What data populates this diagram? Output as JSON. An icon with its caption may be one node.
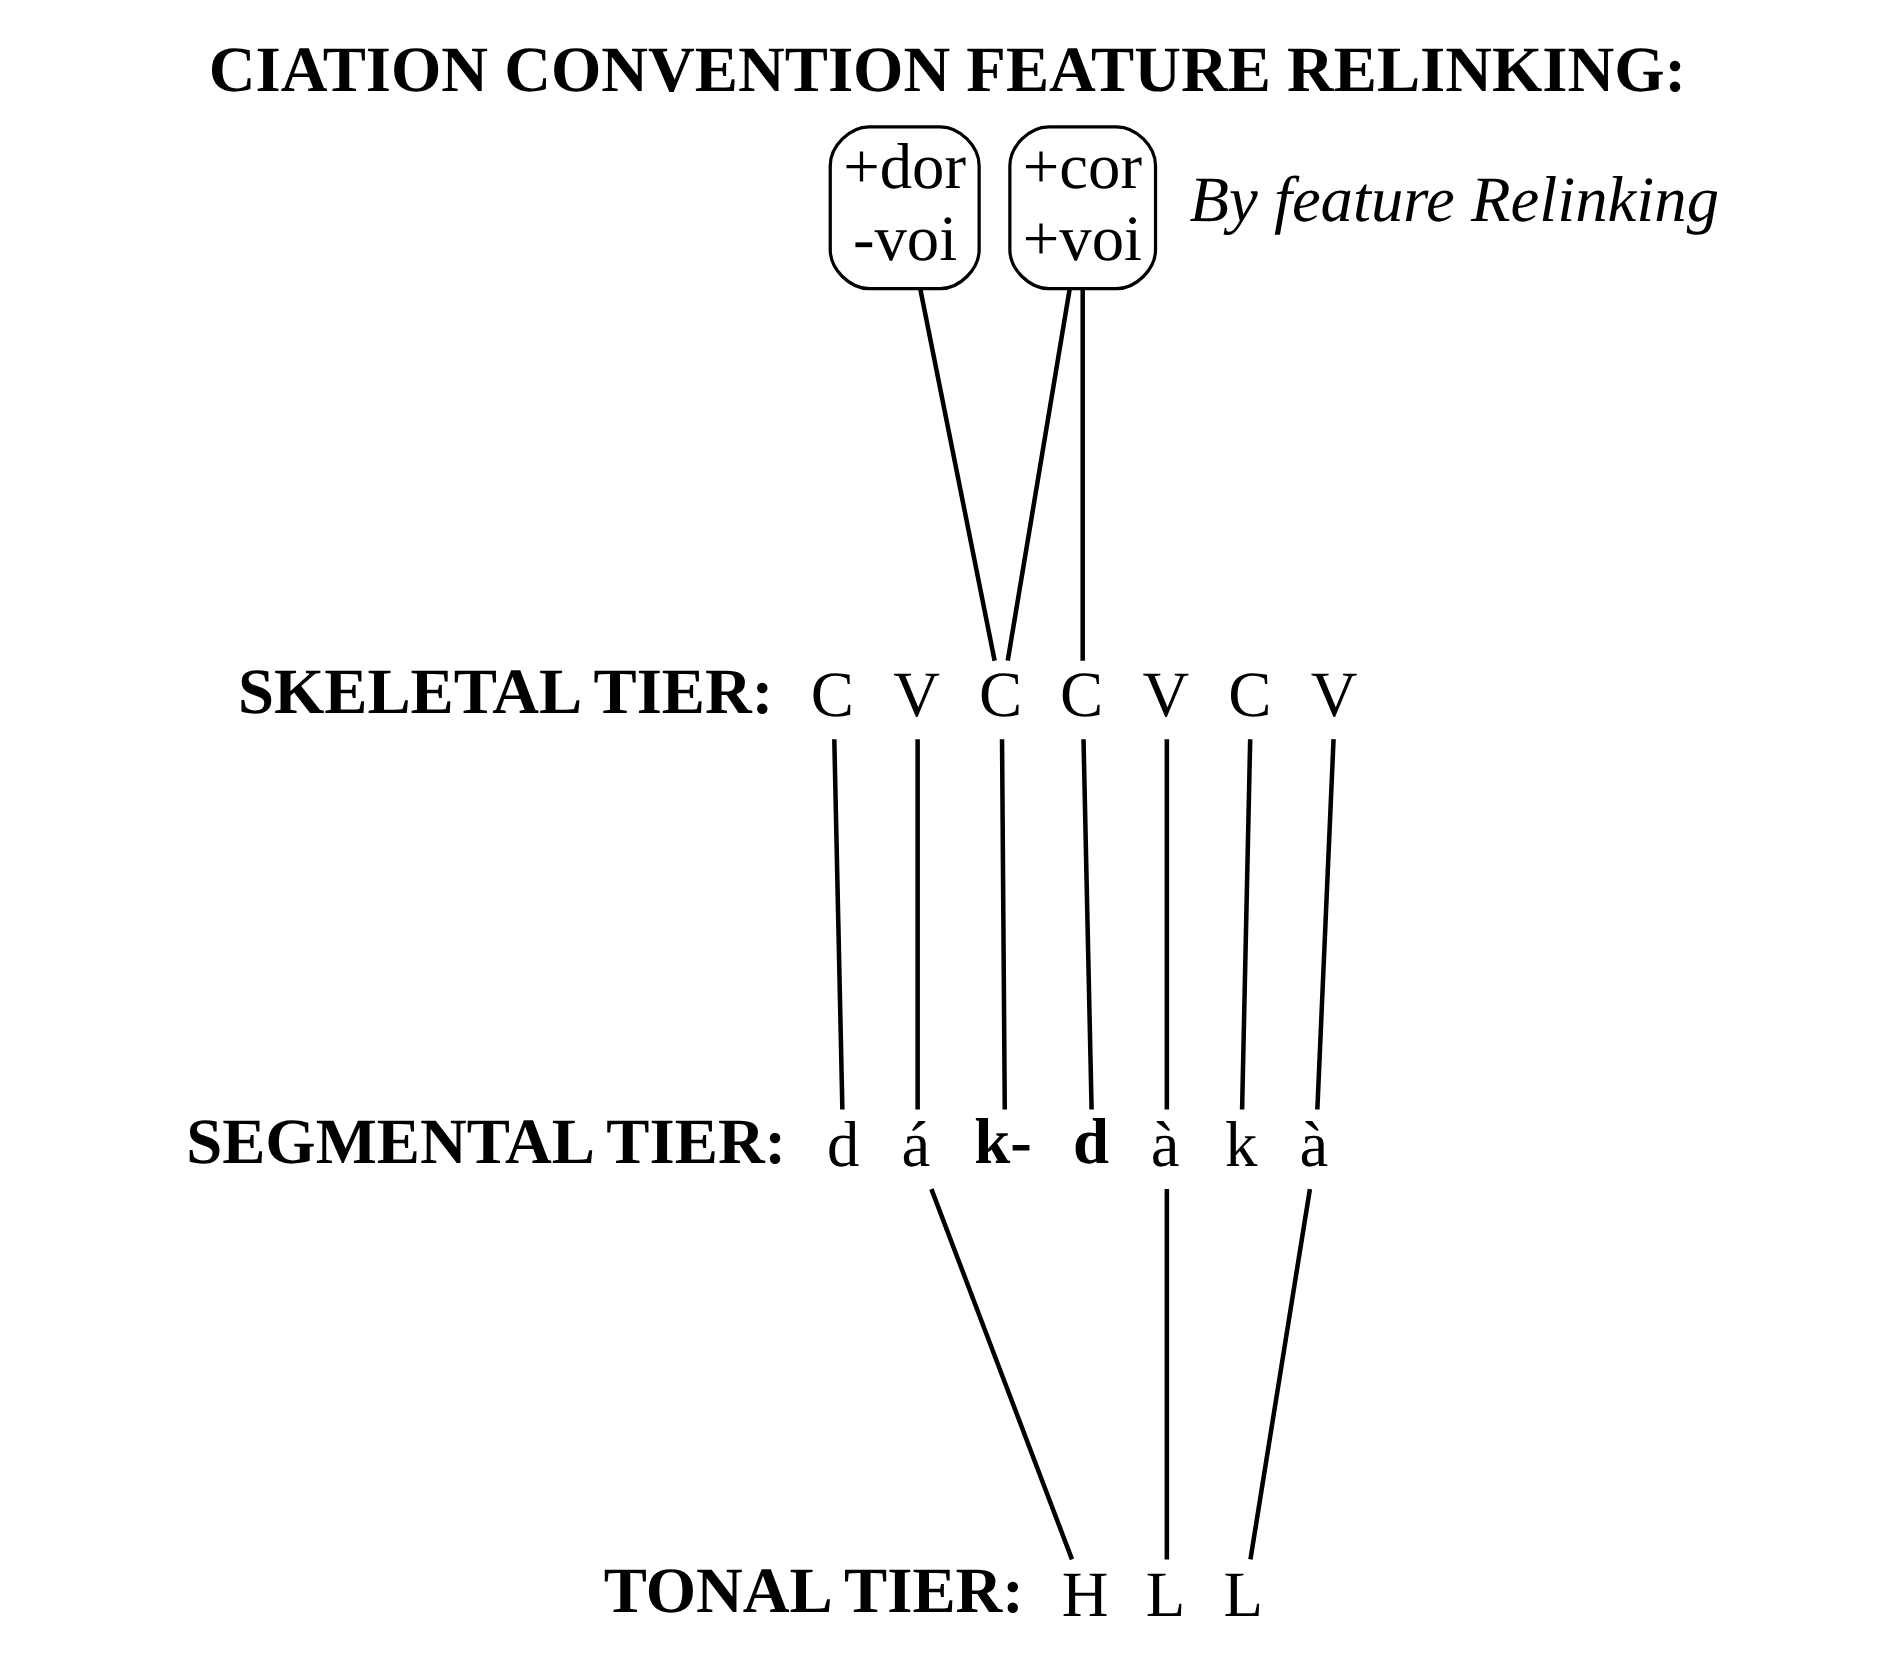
{
  "diagram": {
    "title": "CIATION CONVENTION FEATURE RELINKING:",
    "nodes": [
      {
        "text": [
          "+dor",
          "-voi"
        ]
      },
      {
        "text": [
          "+cor",
          "+voi"
        ]
      },
      {
        "text": [
          "C"
        ]
      },
      {
        "text": [
          "V"
        ]
      },
      {
        "text": [
          "C"
        ]
      },
      {
        "text": [
          "C"
        ]
      },
      {
        "text": [
          "V"
        ]
      },
      {
        "text": [
          "C"
        ]
      },
      {
        "text": [
          "V"
        ]
      },
      {
        "text": [
          "d"
        ]
      },
      {
        "text": [
          "á"
        ]
      },
      {
        "text": [
          "k-"
        ]
      },
      {
        "text": [
          "d"
        ]
      },
      {
        "text": [
          "à"
        ]
      },
      {
        "text": [
          "k"
        ]
      },
      {
        "text": [
          "à"
        ]
      },
      {
        "text": [
          "H"
        ]
      },
      {
        "text": [
          "L"
        ]
      },
      {
        "text": [
          "L"
        ]
      }
    ],
    "edges": [
      {
        "from": 0,
        "to": 4,
        "arrow": "none"
      },
      {
        "from": 1,
        "to": 4,
        "arrow": "none"
      },
      {
        "from": 1,
        "to": 5,
        "arrow": "none"
      },
      {
        "from": 2,
        "to": 9,
        "arrow": "none"
      },
      {
        "from": 3,
        "to": 10,
        "arrow": "none"
      },
      {
        "from": 4,
        "to": 11,
        "arrow": "none"
      },
      {
        "from": 5,
        "to": 12,
        "arrow": "none"
      },
      {
        "from": 6,
        "to": 13,
        "arrow": "none"
      },
      {
        "from": 7,
        "to": 14,
        "arrow": "none"
      },
      {
        "from": 8,
        "to": 15,
        "arrow": "none"
      },
      {
        "from": 10,
        "to": 16,
        "arrow": "none"
      },
      {
        "from": 13,
        "to": 17,
        "arrow": "none"
      },
      {
        "from": 15,
        "to": 18,
        "arrow": "none"
      }
    ],
    "labels": [
      "By feature Relinking",
      "SKELETAL TIER:",
      "SEGMENTAL TIER:",
      "TONAL TIER:"
    ]
  }
}
